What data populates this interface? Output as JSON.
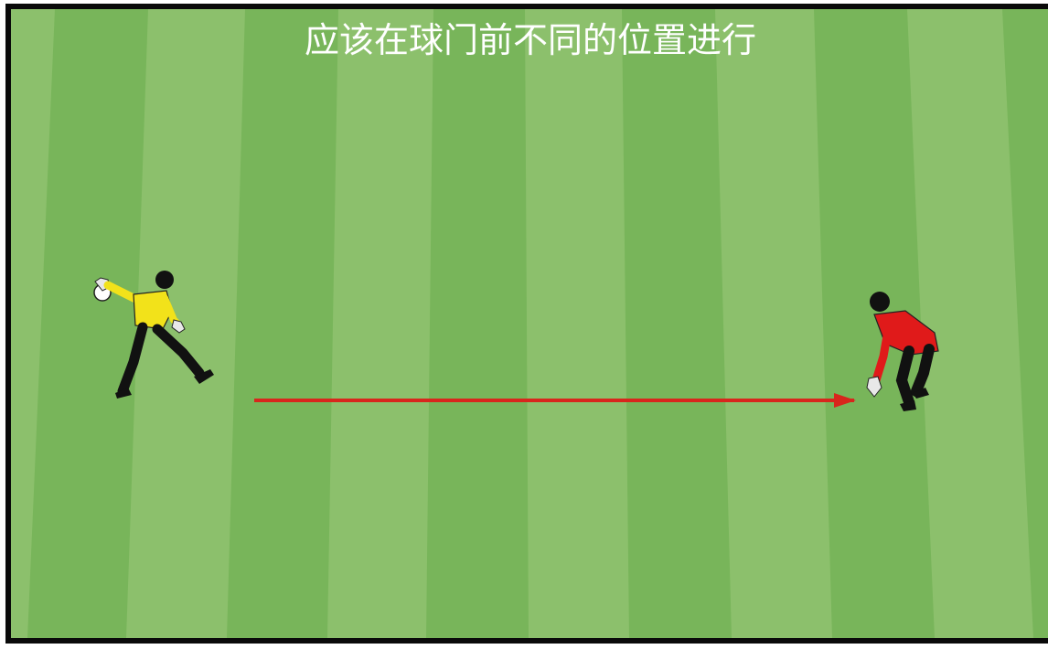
{
  "caption": "应该在球门前不同的位置进行",
  "colors": {
    "border": "#0a0a0a",
    "grass_light": "#8cc06c",
    "grass_dark": "#78b55a",
    "arrow": "#d8261c",
    "goalkeeper_left_shirt": "#f2e21a",
    "goalkeeper_right_shirt": "#e01a1a"
  },
  "figures": [
    {
      "name": "goalkeeper-yellow",
      "role": "throwing goalkeeper"
    },
    {
      "name": "goalkeeper-red",
      "role": "receiving goalkeeper"
    }
  ]
}
